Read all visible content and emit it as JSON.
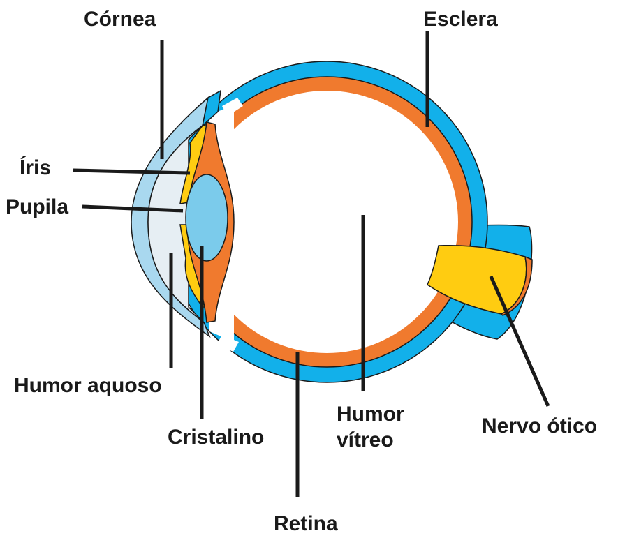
{
  "labels": {
    "cornea": "Córnea",
    "esclera": "Esclera",
    "iris": "Íris",
    "pupila": "Pupila",
    "humor_aquoso": "Humor aquoso",
    "cristalino": "Cristalino",
    "humor_vitreo_line1": "Humor",
    "humor_vitreo_line2": "vítreo",
    "nervo_otico": "Nervo ótico",
    "retina": "Retina"
  },
  "colors": {
    "sclera": "#12b0ea",
    "cornea": "#a9d8ef",
    "aqueous": "#e6eef3",
    "choroid_retina": "#f07a2e",
    "iris": "#ffcc11",
    "lens": "#7bcbeb",
    "optic_nerve": "#ffcc11",
    "vitreous": "#ffffff",
    "leader": "#1a1a1a"
  }
}
